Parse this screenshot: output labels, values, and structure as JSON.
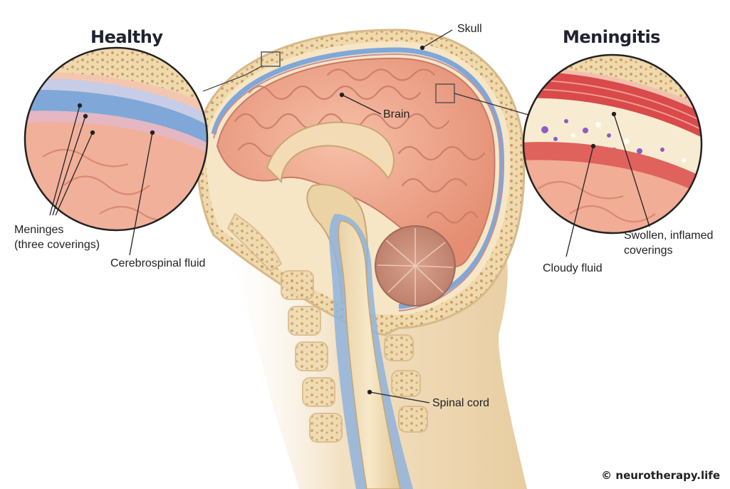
{
  "titles": {
    "healthy": "Healthy",
    "disease": "Meningitis"
  },
  "labels": {
    "skull": "Skull",
    "brain": "Brain",
    "meninges_line1": "Meninges",
    "meninges_line2": "(three coverings)",
    "csf": "Cerebrospinal fluid",
    "spinal_cord": "Spinal cord",
    "cloudy_fluid": "Cloudy fluid",
    "swollen_line1": "Swollen, inflamed",
    "swollen_line2": "coverings"
  },
  "watermark": "© neurotherapy.life",
  "colors": {
    "bone": "#eed9b0",
    "marrow": "#d9b678",
    "meninx_blue": "#7fa8d8",
    "brain": "#f0a98f",
    "inflamed": "#d94a4a",
    "pus_purple": "#8e5cc2"
  }
}
